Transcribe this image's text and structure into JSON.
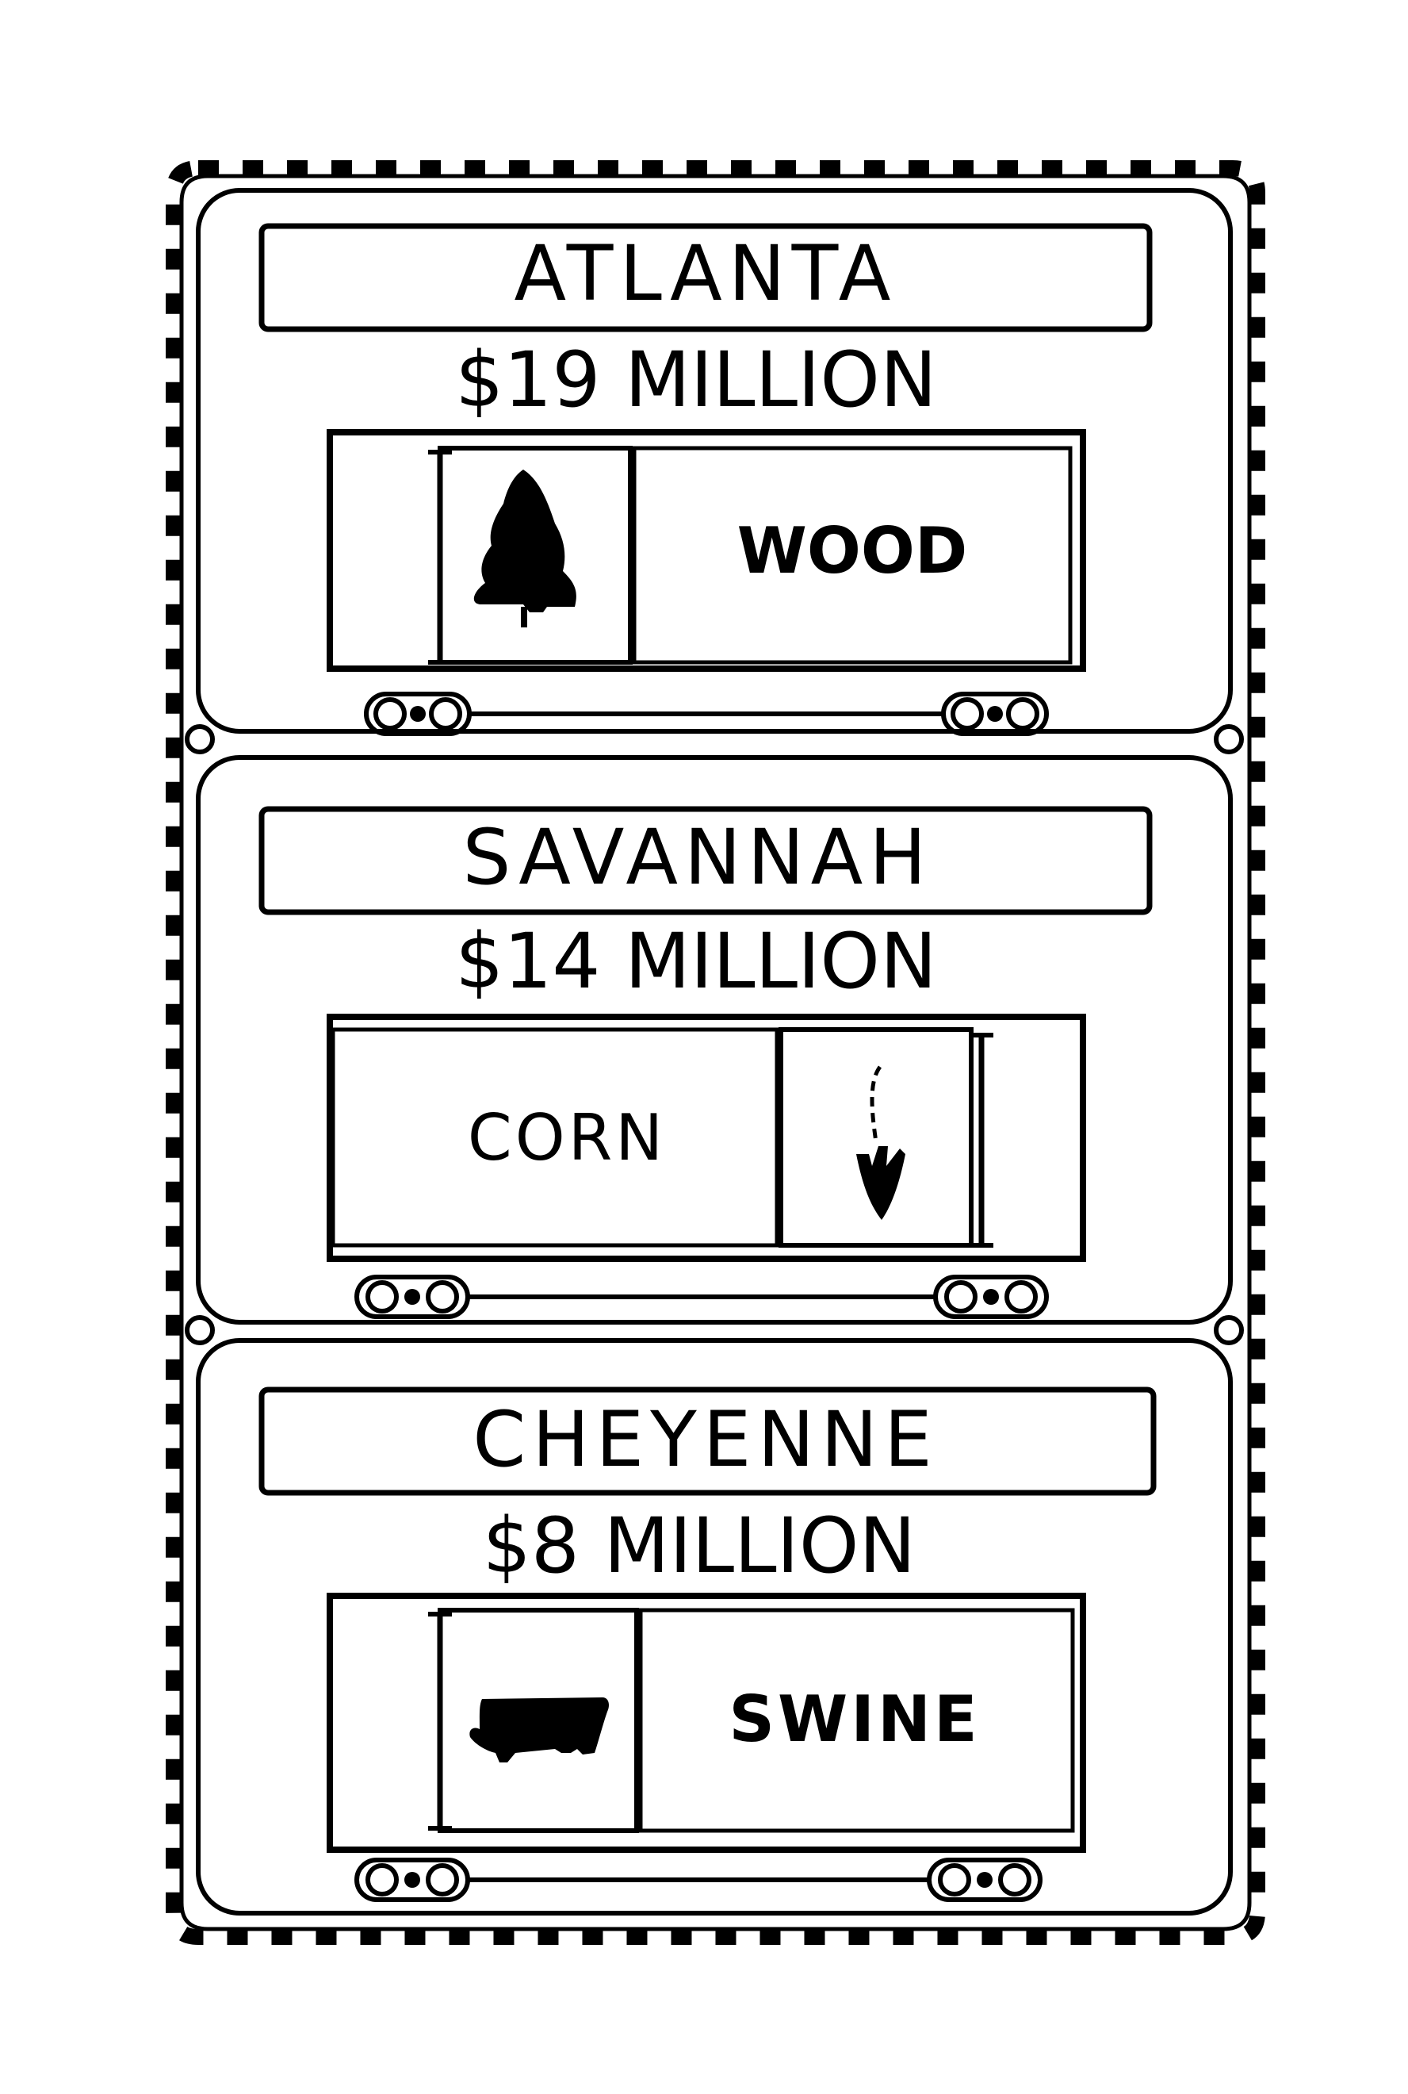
{
  "colors": {
    "ink": "#000000",
    "paper": "#ffffff"
  },
  "panels": [
    {
      "city": "ATLANTA",
      "amount": "$19 MILLION",
      "commodity": "WOOD",
      "icon": "pine-tree-icon",
      "icon_side": "left"
    },
    {
      "city": "SAVANNAH",
      "amount": "$14 MILLION",
      "commodity": "CORN",
      "icon": "corn-ear-icon",
      "icon_side": "right"
    },
    {
      "city": "CHEYENNE",
      "amount": "$8 MILLION",
      "commodity": "SWINE",
      "icon": "pig-icon",
      "icon_side": "left"
    }
  ]
}
